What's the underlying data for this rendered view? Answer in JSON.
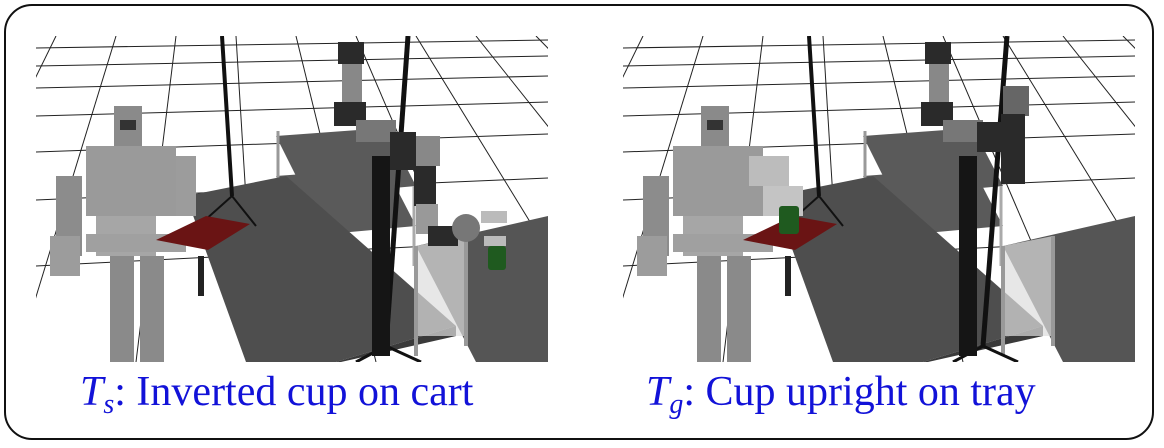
{
  "panels": [
    {
      "symbol": "T",
      "subscript": "s",
      "caption": ": Inverted cup on cart",
      "scene": "start"
    },
    {
      "symbol": "T",
      "subscript": "g",
      "caption": ": Cup upright on tray",
      "scene": "goal"
    }
  ],
  "colors": {
    "caption_text": "#1212d8",
    "tray": "#6a1414",
    "cup": "#1f5a1f",
    "table": "#4e4e4e",
    "floor": "#ffffff",
    "grid": "#222222"
  }
}
